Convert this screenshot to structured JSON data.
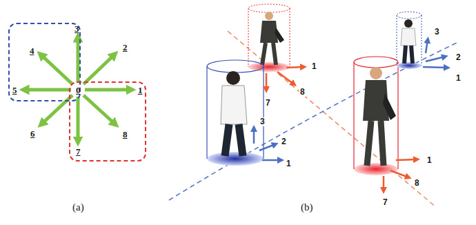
{
  "diagram": {
    "nodes": [
      {
        "text": [
          "3",
          "4",
          "5"
        ]
      },
      {
        "text": [
          "1",
          "8",
          "7"
        ]
      }
    ],
    "labels": [
      "0",
      "2",
      "6",
      "(a)",
      "1",
      "7",
      "8",
      "3",
      "2",
      "1",
      "3",
      "2",
      "1",
      "1",
      "8",
      "7",
      "(b)"
    ]
  }
}
